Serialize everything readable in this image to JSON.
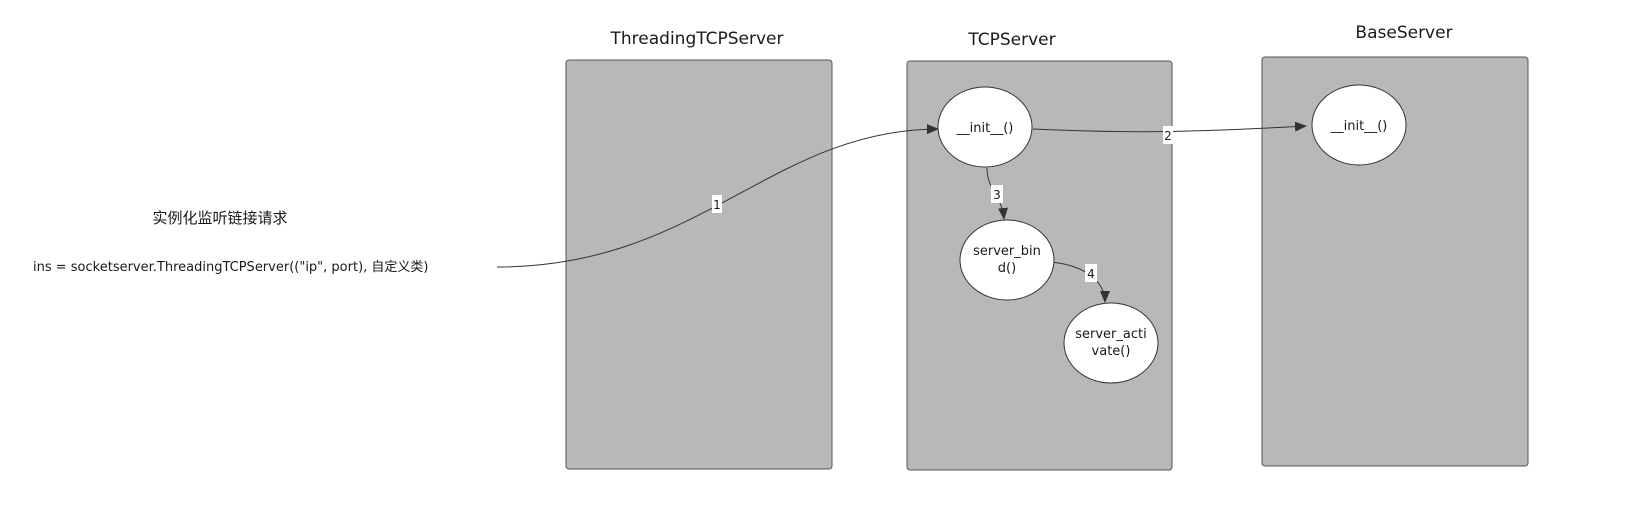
{
  "caption": {
    "title": "实例化监听链接请求",
    "code": "ins = socketserver.ThreadingTCPServer((\"ip\", port), 自定义类)"
  },
  "classes": {
    "threading_tcp_server": {
      "title": "ThreadingTCPServer"
    },
    "tcp_server": {
      "title": "TCPServer"
    },
    "base_server": {
      "title": "BaseServer"
    }
  },
  "methods": {
    "tcp_init": {
      "line1": "__init__()",
      "line2": ""
    },
    "server_bind": {
      "line1": "server_bin",
      "line2": "d()"
    },
    "server_activate": {
      "line1": "server_acti",
      "line2": "vate()"
    },
    "base_init": {
      "line1": "__init__()",
      "line2": ""
    }
  },
  "edges": {
    "edge_1": {
      "label": "1"
    },
    "edge_2": {
      "label": "2"
    },
    "edge_3": {
      "label": "3"
    },
    "edge_4": {
      "label": "4"
    }
  },
  "colors": {
    "box_fill": "#b8b8b8",
    "node_fill": "#ffffff",
    "line": "#333333"
  }
}
